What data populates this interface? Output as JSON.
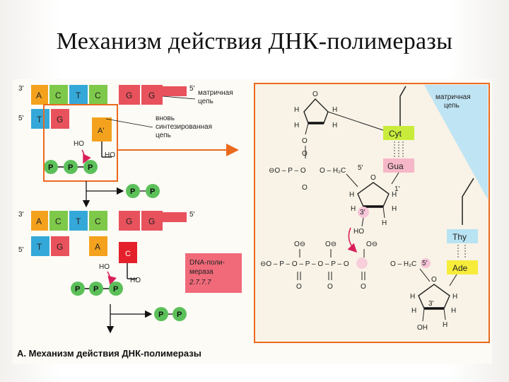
{
  "slide": {
    "title": "Механизм действия ДНК-полимеразы"
  },
  "diagram": {
    "caption": "А. Механизм действия ДНК-полимеразы",
    "strand_ends": {
      "three_prime": "3'",
      "five_prime": "5'"
    },
    "template_label_line1": "матричная",
    "template_label_line2": "цепь",
    "new_chain_label_line1": "вновь",
    "new_chain_label_line2": "синтезированная",
    "new_chain_label_line3": "цепь",
    "top_template_bases": [
      "A",
      "C",
      "T",
      "C",
      "G",
      "G"
    ],
    "top_new_bases": [
      "T",
      "G"
    ],
    "incoming_top_base": "A'",
    "bottom_template_bases": [
      "A",
      "C",
      "T",
      "C",
      "G",
      "G"
    ],
    "bottom_new_bases": [
      "T",
      "G",
      "A"
    ],
    "incoming_bottom_base": "C",
    "phosphate": "P",
    "ho_label": "HO",
    "polymerase_label_line1": "DNA-поли-",
    "polymerase_label_line2": "мераза",
    "polymerase_label_line3": "2.7.7.7",
    "detail": {
      "template_label_line1": "матричная",
      "template_label_line2": "цепь",
      "base_cyt": "Cyt",
      "base_gua": "Gua",
      "base_thy": "Thy",
      "base_ade": "Ade",
      "ring_oxygen": "O",
      "h": "H",
      "oh": "OH",
      "ho": "HO",
      "three_prime": "3'",
      "five_prime": "5'",
      "one_prime": "1'",
      "ch2_upper": "O – H₂C",
      "ch2_lower": "O – H₂C",
      "phosphate_upper": "⊖O – P – O",
      "triphosphate": "⊖O – P – O – P – O – P – O",
      "charge_o": "O⊖",
      "o": "O"
    }
  },
  "colors": {
    "adenine": "#f4a21e",
    "cytosine": "#7ec94a",
    "thymine": "#34a8d8",
    "guanine": "#e8525c",
    "polymerase": "#e4212b",
    "phosphate": "#5cc05a",
    "accent_orange": "#ea6a1f",
    "detail_bg": "#f8f3e6",
    "cyt_highlight": "#c9ec3c",
    "gua_highlight": "#f6b7c8",
    "thy_highlight": "#b8e3f3",
    "ade_highlight": "#f7ec3a",
    "template_band": "#bfe4f4"
  }
}
